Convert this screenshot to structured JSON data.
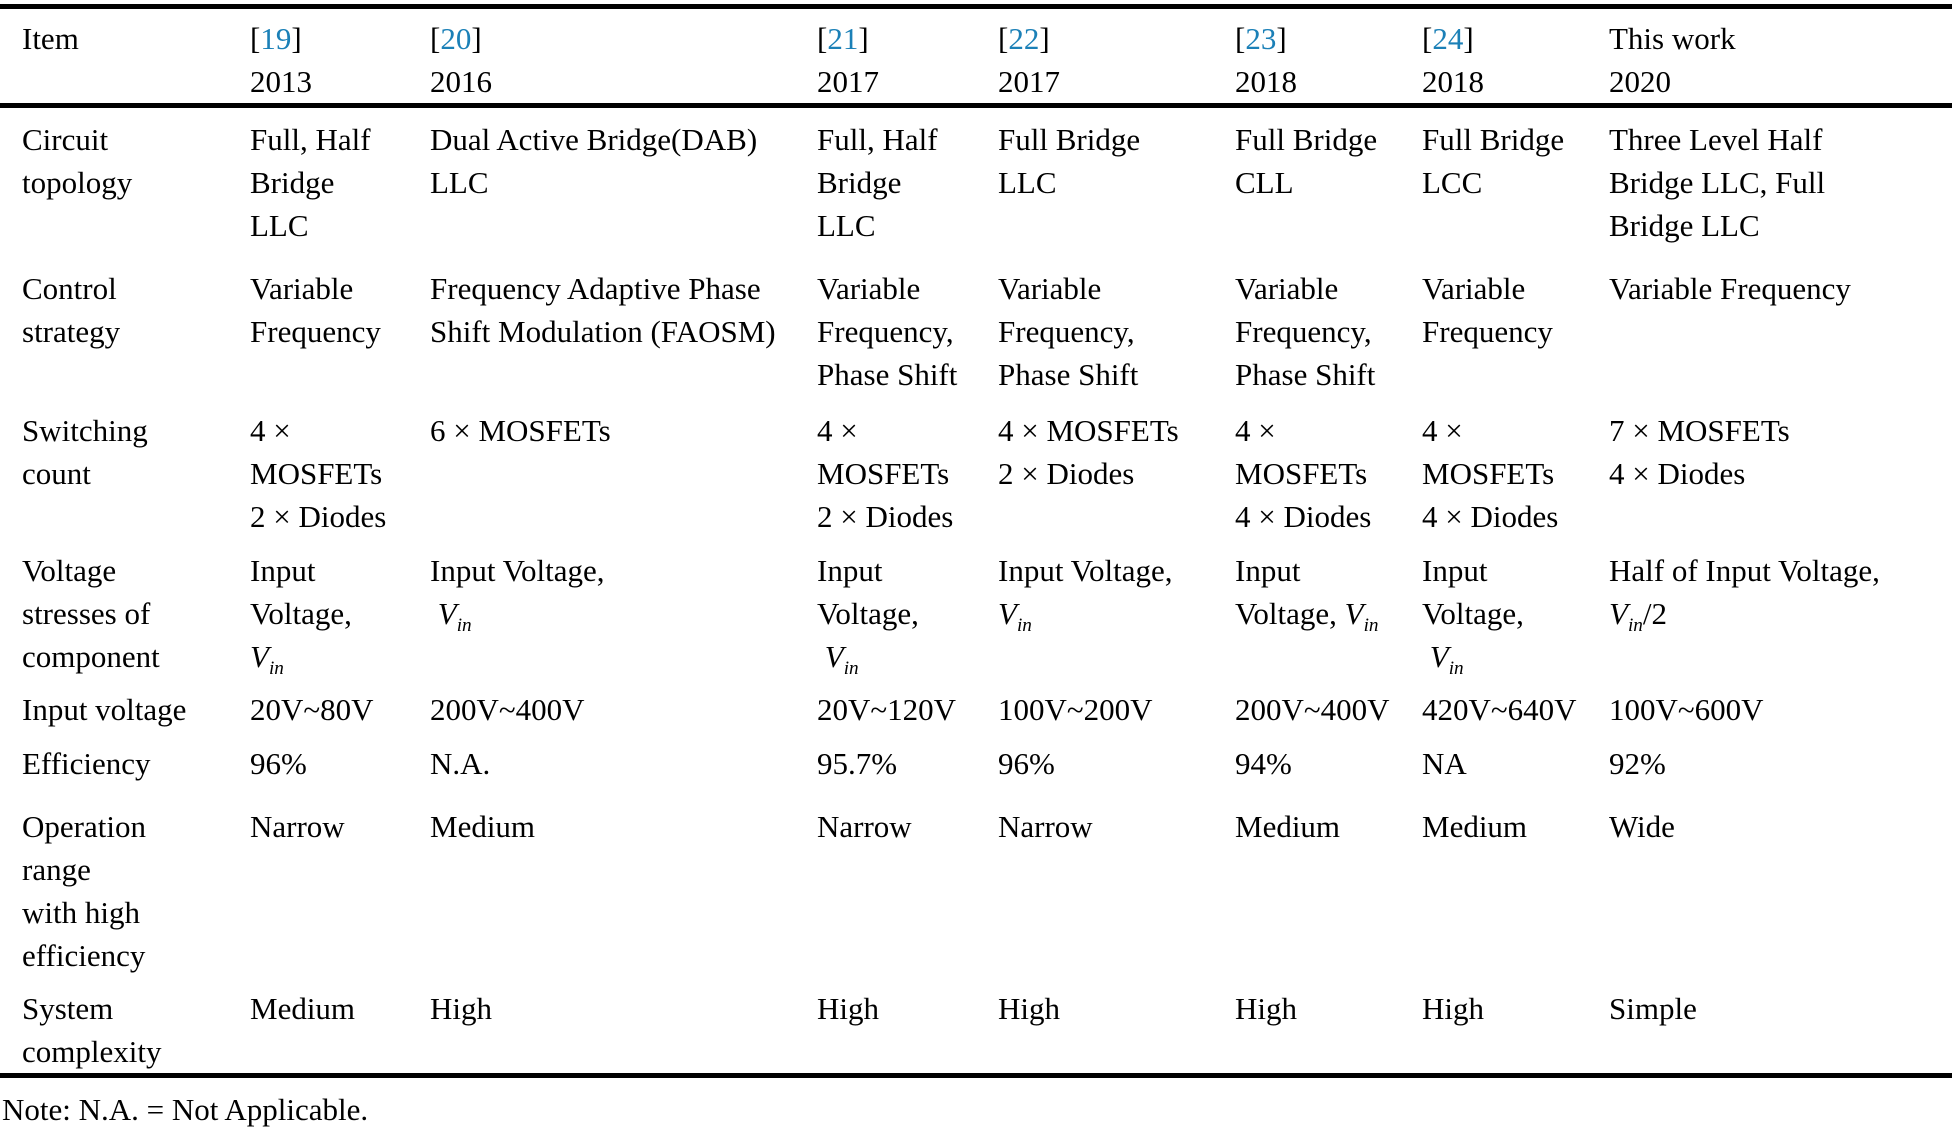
{
  "accent": {
    "citation_color": "#1b80b7",
    "text_color": "#000000"
  },
  "table": {
    "header": {
      "item_label": "Item",
      "bracket_open": "[",
      "bracket_close": "]",
      "columns": [
        {
          "ref": "19",
          "year": "2013"
        },
        {
          "ref": "20",
          "year": "2016"
        },
        {
          "ref": "21",
          "year": "2017"
        },
        {
          "ref": "22",
          "year": "2017"
        },
        {
          "ref": "23",
          "year": "2018"
        },
        {
          "ref": "24",
          "year": "2018"
        },
        {
          "title": "This work",
          "year": "2020"
        }
      ]
    },
    "rows": [
      {
        "label_lines": [
          "Circuit",
          "topology"
        ],
        "cells": [
          [
            "Full, Half",
            "Bridge",
            "LLC"
          ],
          [
            "Dual Active Bridge(DAB)",
            "LLC"
          ],
          [
            "Full, Half",
            "Bridge",
            "LLC"
          ],
          [
            "Full Bridge",
            "LLC"
          ],
          [
            "Full Bridge",
            "CLL"
          ],
          [
            "Full Bridge",
            "LCC"
          ],
          [
            "Three Level Half",
            "Bridge LLC, Full",
            "Bridge LLC"
          ]
        ]
      },
      {
        "label_lines": [
          "Control",
          "strategy"
        ],
        "cells": [
          [
            "Variable",
            "Frequency"
          ],
          [
            "Frequency Adaptive Phase",
            "Shift Modulation (FAOSM)"
          ],
          [
            "Variable",
            "Frequency,",
            "Phase Shift"
          ],
          [
            "Variable",
            "Frequency,",
            "Phase Shift"
          ],
          [
            "Variable",
            "Frequency,",
            "Phase Shift"
          ],
          [
            "Variable",
            "Frequency"
          ],
          [
            "Variable Frequency"
          ]
        ]
      },
      {
        "label_lines": [
          "Switching",
          "count"
        ],
        "cells": [
          [
            "4 ×",
            "MOSFETs",
            "2 × Diodes"
          ],
          [
            "6 × MOSFETs"
          ],
          [
            "4 ×",
            "MOSFETs",
            "2 × Diodes"
          ],
          [
            "4 × MOSFETs",
            "2 × Diodes"
          ],
          [
            "4 ×",
            "MOSFETs",
            "4 × Diodes"
          ],
          [
            "4 ×",
            "MOSFETs",
            "4 × Diodes"
          ],
          [
            "7 × MOSFETs",
            "4 × Diodes"
          ]
        ]
      },
      {
        "label_lines": [
          "Voltage",
          "stresses of",
          "component"
        ],
        "cells": [
          [
            "Input",
            "Voltage,",
            "<i>V</i><sub><i>in</i></sub>"
          ],
          [
            "Input Voltage,",
            "&nbsp;<i>V</i><sub><i>in</i></sub>"
          ],
          [
            "Input",
            "Voltage,",
            "&nbsp;<i>V</i><sub><i>in</i></sub>"
          ],
          [
            "Input Voltage,",
            "<i>V</i><sub><i>in</i></sub>"
          ],
          [
            "Input",
            "Voltage, <i>V</i><sub><i>in</i></sub>"
          ],
          [
            "Input",
            "Voltage,",
            "&nbsp;<i>V</i><sub><i>in</i></sub>"
          ],
          [
            "Half of Input Voltage,",
            "<i>V</i><sub><i>in</i></sub>/2"
          ]
        ]
      },
      {
        "label_lines": [
          "Input voltage"
        ],
        "cells": [
          [
            "20V~80V"
          ],
          [
            "200V~400V"
          ],
          [
            "20V~120V"
          ],
          [
            "100V~200V"
          ],
          [
            "200V~400V"
          ],
          [
            "420V~640V"
          ],
          [
            "100V~600V"
          ]
        ]
      },
      {
        "label_lines": [
          "Efficiency"
        ],
        "cells": [
          [
            "96%"
          ],
          [
            "N.A."
          ],
          [
            "95.7%"
          ],
          [
            "96%"
          ],
          [
            "94%"
          ],
          [
            "NA"
          ],
          [
            "92%"
          ]
        ]
      },
      {
        "label_lines": [
          "Operation",
          "range",
          "with high",
          "efficiency"
        ],
        "cells": [
          [
            "Narrow"
          ],
          [
            "Medium"
          ],
          [
            "Narrow"
          ],
          [
            "Narrow"
          ],
          [
            "Medium"
          ],
          [
            "Medium"
          ],
          [
            "Wide"
          ]
        ]
      },
      {
        "label_lines": [
          "System",
          "complexity"
        ],
        "cells": [
          [
            "Medium"
          ],
          [
            "High"
          ],
          [
            "High"
          ],
          [
            "High"
          ],
          [
            "High"
          ],
          [
            "High"
          ],
          [
            "Simple"
          ]
        ]
      }
    ]
  },
  "note": "Note: N.A. = Not Applicable."
}
